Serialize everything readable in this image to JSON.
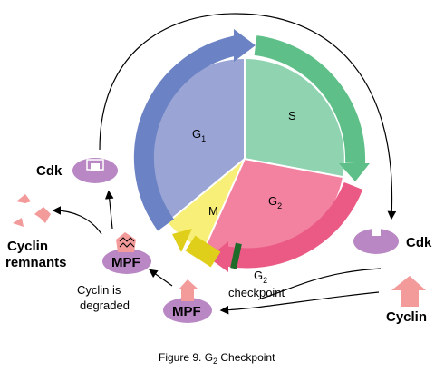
{
  "phases": {
    "g1": {
      "label": "G",
      "sub": "1"
    },
    "s": {
      "label": "S"
    },
    "g2": {
      "label": "G",
      "sub": "2"
    },
    "m": {
      "label": "M"
    }
  },
  "checkpoint": {
    "label": "G",
    "sub": "2",
    "line2": "checkpoint"
  },
  "molecules": {
    "cdk_left": "Cdk",
    "cdk_right": "Cdk",
    "cyclin": "Cyclin",
    "mpf_bottom": "MPF",
    "mpf_left": "MPF",
    "cyclin_remnants_1": "Cyclin",
    "cyclin_remnants_2": "remnants",
    "degraded_1": "Cyclin is",
    "degraded_2": "degraded"
  },
  "caption": {
    "prefix": "Figure 9. G",
    "sub": "2",
    "suffix": " Checkpoint"
  },
  "colors": {
    "g1": "#9aa5d6",
    "g1_arrow": "#6b82c4",
    "s": "#8fd3b0",
    "s_arrow": "#5fbf88",
    "g2": "#f282a0",
    "g2_arrow": "#ea5a84",
    "m": "#f7ef78",
    "m_arrow": "#e0cf1a",
    "checkpoint_bar": "#1e6b2a",
    "purple": "#b987c4",
    "cyclin": "#f39a9a"
  }
}
